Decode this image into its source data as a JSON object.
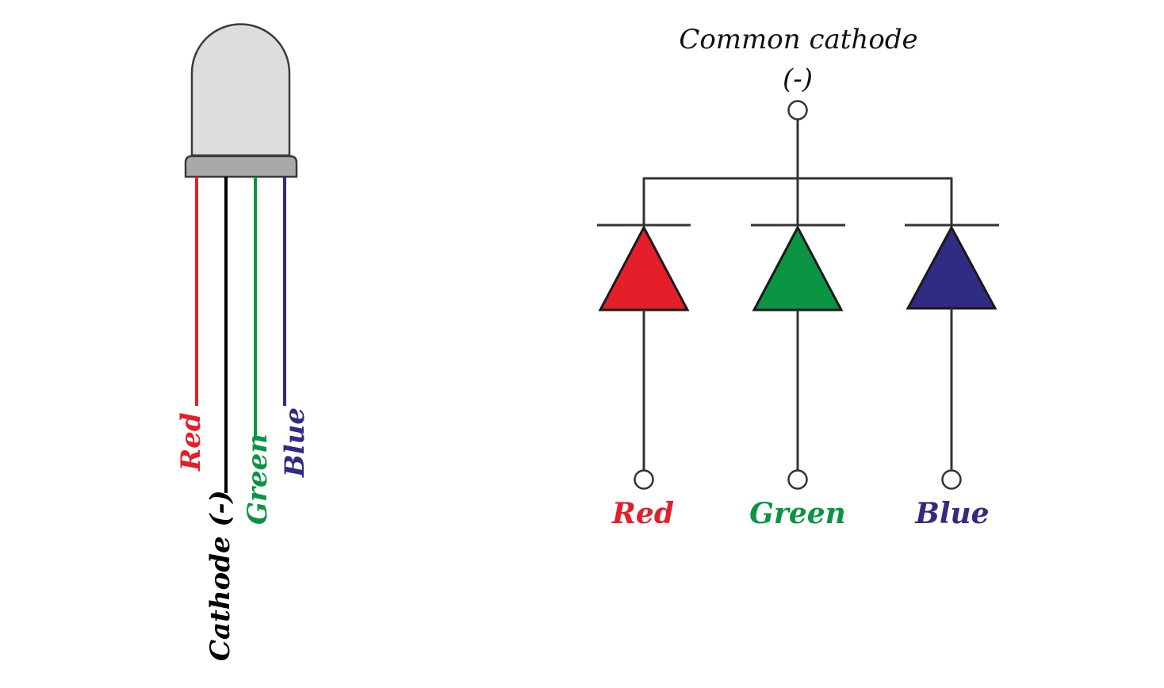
{
  "led_body": {
    "colors": {
      "dome_fill": "#dcdedd",
      "dome_stroke": "#3a3a3a",
      "base_fill": "#a8a9a8"
    },
    "leads": [
      {
        "key": "red",
        "label": "Red",
        "color": "#e41f2a"
      },
      {
        "key": "cathode",
        "label": "Cathode (-)",
        "color": "#000000"
      },
      {
        "key": "green",
        "label": "Green",
        "color": "#0a9444"
      },
      {
        "key": "blue",
        "label": "Blue",
        "color": "#302b83"
      }
    ]
  },
  "schematic": {
    "common_label": "Common cathode",
    "common_sign": "(-)",
    "wire_color": "#333333",
    "diodes": [
      {
        "key": "red",
        "label": "Red",
        "color": "#e41f2a"
      },
      {
        "key": "green",
        "label": "Green",
        "color": "#0a9444"
      },
      {
        "key": "blue",
        "label": "Blue",
        "color": "#302b83"
      }
    ]
  }
}
